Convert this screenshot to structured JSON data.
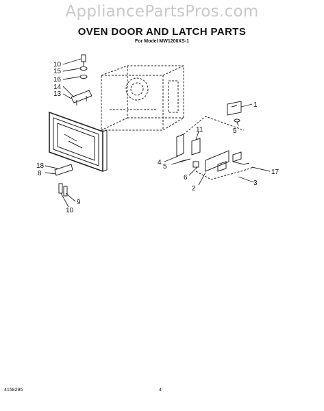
{
  "watermark": "AppliancePartsPros.com",
  "title": "OVEN DOOR AND LATCH PARTS",
  "subtitle": "For Model MW1200XS-1",
  "footer": {
    "doc_number": "4158295",
    "page": "4"
  },
  "callouts": {
    "c1": "1",
    "c2": "2",
    "c3": "3",
    "c4": "4",
    "c5a": "5",
    "c5b": "5",
    "c6": "6",
    "c7": "17",
    "c8": "8",
    "c9": "9",
    "c10a": "10",
    "c10b": "10",
    "c11": "11",
    "c13": "13",
    "c14": "14",
    "c15": "15",
    "c16": "16",
    "c18": "18"
  }
}
